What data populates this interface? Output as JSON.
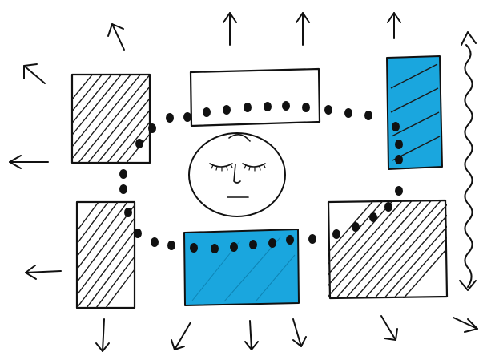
{
  "diagram": {
    "colors": {
      "ink": "#111111",
      "accent_blue": "#1aa6de",
      "background": "#ffffff"
    },
    "panels": [
      {
        "id": "top-left-panel",
        "fill": "hatched"
      },
      {
        "id": "top-center-panel",
        "fill": "empty"
      },
      {
        "id": "top-right-panel",
        "fill": "blue"
      },
      {
        "id": "bottom-left-panel",
        "fill": "hatched"
      },
      {
        "id": "bottom-center-panel",
        "fill": "blue"
      },
      {
        "id": "bottom-right-panel",
        "fill": "hatched"
      }
    ],
    "center_figure": "sleeping-face",
    "connections": "dotted-loop",
    "arrows": "outward-arrows",
    "side_mark": "vertical-double-arrow"
  }
}
